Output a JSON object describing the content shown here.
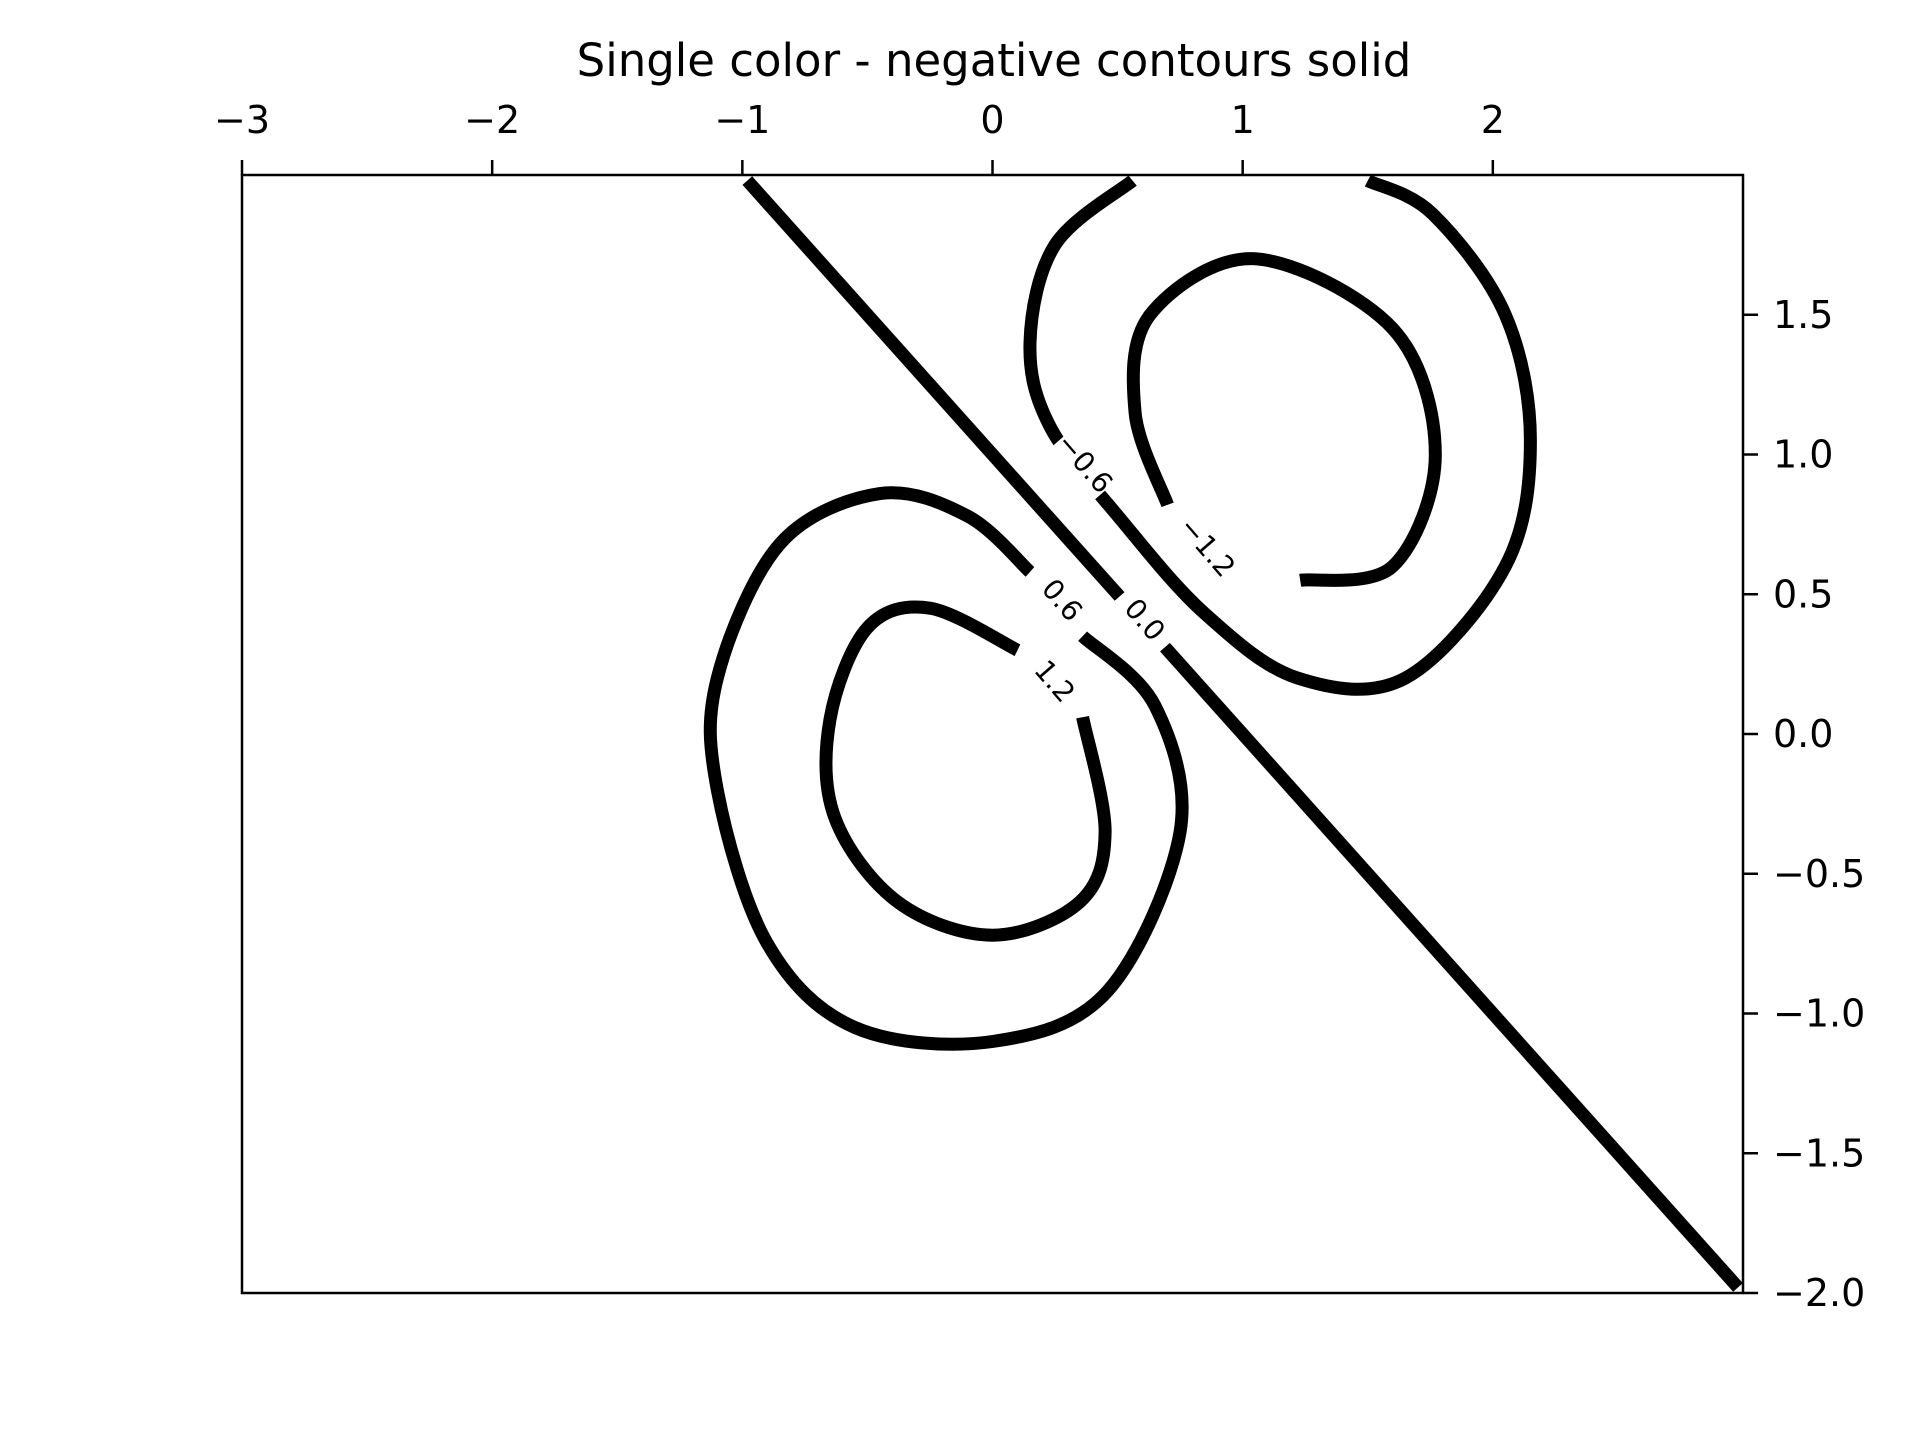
{
  "chart_data": {
    "type": "contour",
    "title": "Single color - negative contours solid",
    "xlabel": "",
    "ylabel": "",
    "xlim": [
      -3,
      3
    ],
    "ylim": [
      -2,
      2
    ],
    "x_axis_position": "top",
    "y_axis_position": "right",
    "tick_direction": "in",
    "grid": false,
    "line_color": "#000000",
    "negative_linestyle": "solid",
    "x_ticks": [
      {
        "value": -3,
        "label": "−3"
      },
      {
        "value": -2,
        "label": "−2"
      },
      {
        "value": -1,
        "label": "−1"
      },
      {
        "value": 0,
        "label": "0"
      },
      {
        "value": 1,
        "label": "1"
      },
      {
        "value": 2,
        "label": "2"
      }
    ],
    "y_ticks": [
      {
        "value": 1.5,
        "label": "1.5"
      },
      {
        "value": 1.0,
        "label": "1.0"
      },
      {
        "value": 0.5,
        "label": "0.5"
      },
      {
        "value": 0.0,
        "label": "0.0"
      },
      {
        "value": -0.5,
        "label": "−0.5"
      },
      {
        "value": -1.0,
        "label": "−1.0"
      },
      {
        "value": -1.5,
        "label": "−1.5"
      },
      {
        "value": -2.0,
        "label": "−2.0"
      }
    ],
    "levels": [
      {
        "level": -1.2,
        "label": "−1.2",
        "label_at": [
          0.86,
          0.67
        ],
        "points": [
          [
            1.23,
            0.55
          ],
          [
            1.6,
            0.6
          ],
          [
            1.77,
            1.0
          ],
          [
            1.6,
            1.45
          ],
          [
            1.05,
            1.7
          ],
          [
            0.63,
            1.5
          ],
          [
            0.57,
            1.15
          ],
          [
            0.7,
            0.82
          ]
        ]
      },
      {
        "level": -0.6,
        "label": "−0.6",
        "label_at": [
          0.37,
          0.97
        ],
        "points": [
          [
            0.56,
            1.98
          ],
          [
            0.25,
            1.75
          ],
          [
            0.15,
            1.4
          ],
          [
            0.23,
            1.1
          ],
          [
            0.52,
            0.76
          ],
          [
            0.85,
            0.43
          ],
          [
            1.22,
            0.2
          ],
          [
            1.65,
            0.2
          ],
          [
            2.05,
            0.6
          ],
          [
            2.15,
            1.05
          ],
          [
            2.05,
            1.5
          ],
          [
            1.76,
            1.86
          ],
          [
            1.5,
            1.98
          ]
        ]
      },
      {
        "level": 0.0,
        "label": "0.0",
        "label_at": [
          0.61,
          0.41
        ],
        "points": [
          [
            -0.98,
            1.98
          ],
          [
            2.98,
            -1.98
          ]
        ]
      },
      {
        "level": 0.6,
        "label": "0.6",
        "label_at": [
          0.28,
          0.48
        ],
        "points": [
          [
            0.15,
            0.58
          ],
          [
            -0.1,
            0.78
          ],
          [
            -0.45,
            0.86
          ],
          [
            -0.85,
            0.68
          ],
          [
            -1.1,
            0.2
          ],
          [
            -1.1,
            -0.2
          ],
          [
            -0.9,
            -0.75
          ],
          [
            -0.55,
            -1.05
          ],
          [
            0.0,
            -1.1
          ],
          [
            0.46,
            -0.92
          ],
          [
            0.75,
            -0.35
          ],
          [
            0.65,
            0.1
          ],
          [
            0.36,
            0.35
          ]
        ]
      },
      {
        "level": 1.2,
        "label": "1.2",
        "label_at": [
          0.25,
          0.19
        ],
        "points": [
          [
            0.36,
            0.06
          ],
          [
            0.45,
            -0.35
          ],
          [
            0.35,
            -0.6
          ],
          [
            0.0,
            -0.72
          ],
          [
            -0.38,
            -0.6
          ],
          [
            -0.63,
            -0.3
          ],
          [
            -0.65,
            0.05
          ],
          [
            -0.5,
            0.38
          ],
          [
            -0.25,
            0.45
          ],
          [
            0.1,
            0.3
          ]
        ]
      }
    ]
  }
}
